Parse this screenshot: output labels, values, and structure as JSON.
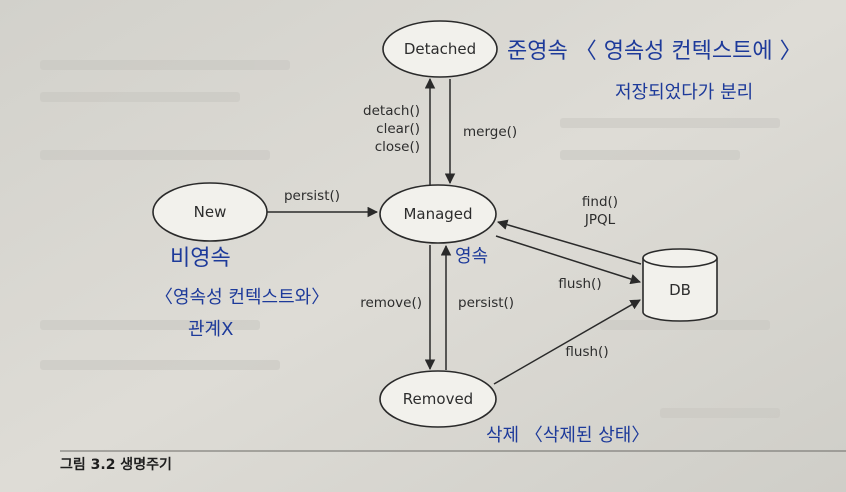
{
  "nodes": {
    "detached": "Detached",
    "new": "New",
    "managed": "Managed",
    "removed": "Removed",
    "db": "DB"
  },
  "edges": {
    "persist_new": "persist()",
    "detach": "detach()",
    "clear": "clear()",
    "close": "close()",
    "merge": "merge()",
    "find": "find()",
    "jpql": "JPQL",
    "flush_managed": "flush()",
    "remove": "remove()",
    "persist_removed": "persist()",
    "flush_removed": "flush()"
  },
  "annotations": {
    "detached_note_line1": "준영속 〈 영속성 컨텍스트에 〉",
    "detached_note_line2": "저장되었다가 분리",
    "new_note_line1": "비영속",
    "new_note_line2": "〈영속성 컨텍스트와〉",
    "new_note_line3": "관계X",
    "managed_note": "영속",
    "removed_note": "삭제 〈삭제된 상태〉"
  },
  "caption": "그림 3.2 생명주기",
  "colors": {
    "background": "#d9d8d3",
    "node_fill": "#f2f1ec",
    "stroke": "#2a2a2a",
    "handwriting": "#1d3a9a"
  }
}
